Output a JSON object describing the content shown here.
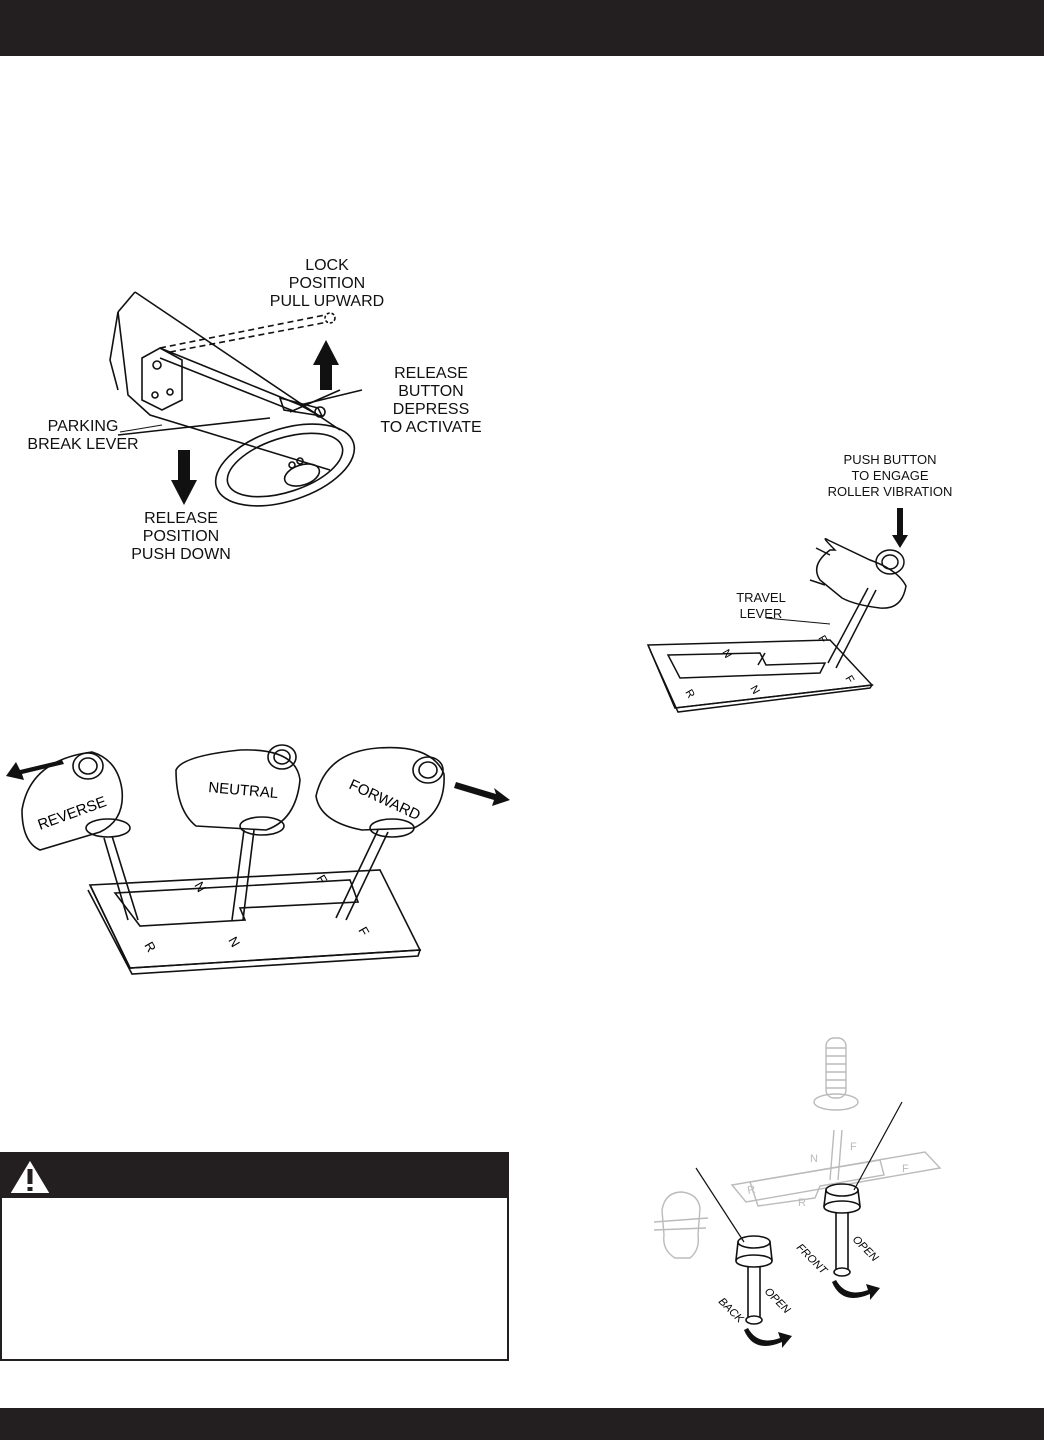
{
  "parking_brake": {
    "lock": [
      "LOCK",
      "POSITION",
      "PULL UPWARD"
    ],
    "release_button": [
      "RELEASE",
      "BUTTON",
      "DEPRESS",
      "TO ACTIVATE"
    ],
    "lever": [
      "PARKING",
      "BREAK LEVER"
    ],
    "release_position": [
      "RELEASE",
      "POSITION",
      "PUSH DOWN"
    ]
  },
  "vibration": {
    "push_button": [
      "PUSH BUTTON",
      "TO ENGAGE",
      "ROLLER VIBRATION"
    ],
    "travel_lever": [
      "TRAVEL",
      "LEVER"
    ],
    "plate_letters": {
      "n_top": "N",
      "f_top": "F",
      "r": "R",
      "n": "N",
      "f": "F"
    }
  },
  "travel_positions": {
    "reverse": "REVERSE",
    "neutral": "NEUTRAL",
    "forward": "FORWARD",
    "plate_letters": {
      "n_top": "N",
      "f_top": "F",
      "r": "R",
      "n": "N",
      "f": "F"
    }
  },
  "valves": {
    "back_label": "BACK",
    "back_open": "OPEN",
    "front_label": "FRONT",
    "front_open": "OPEN",
    "plate_letters": {
      "n_top": "N",
      "f_top": "F",
      "r": "R",
      "r2": "R",
      "f2": "F"
    }
  },
  "warning": {
    "title": "",
    "body": ""
  }
}
